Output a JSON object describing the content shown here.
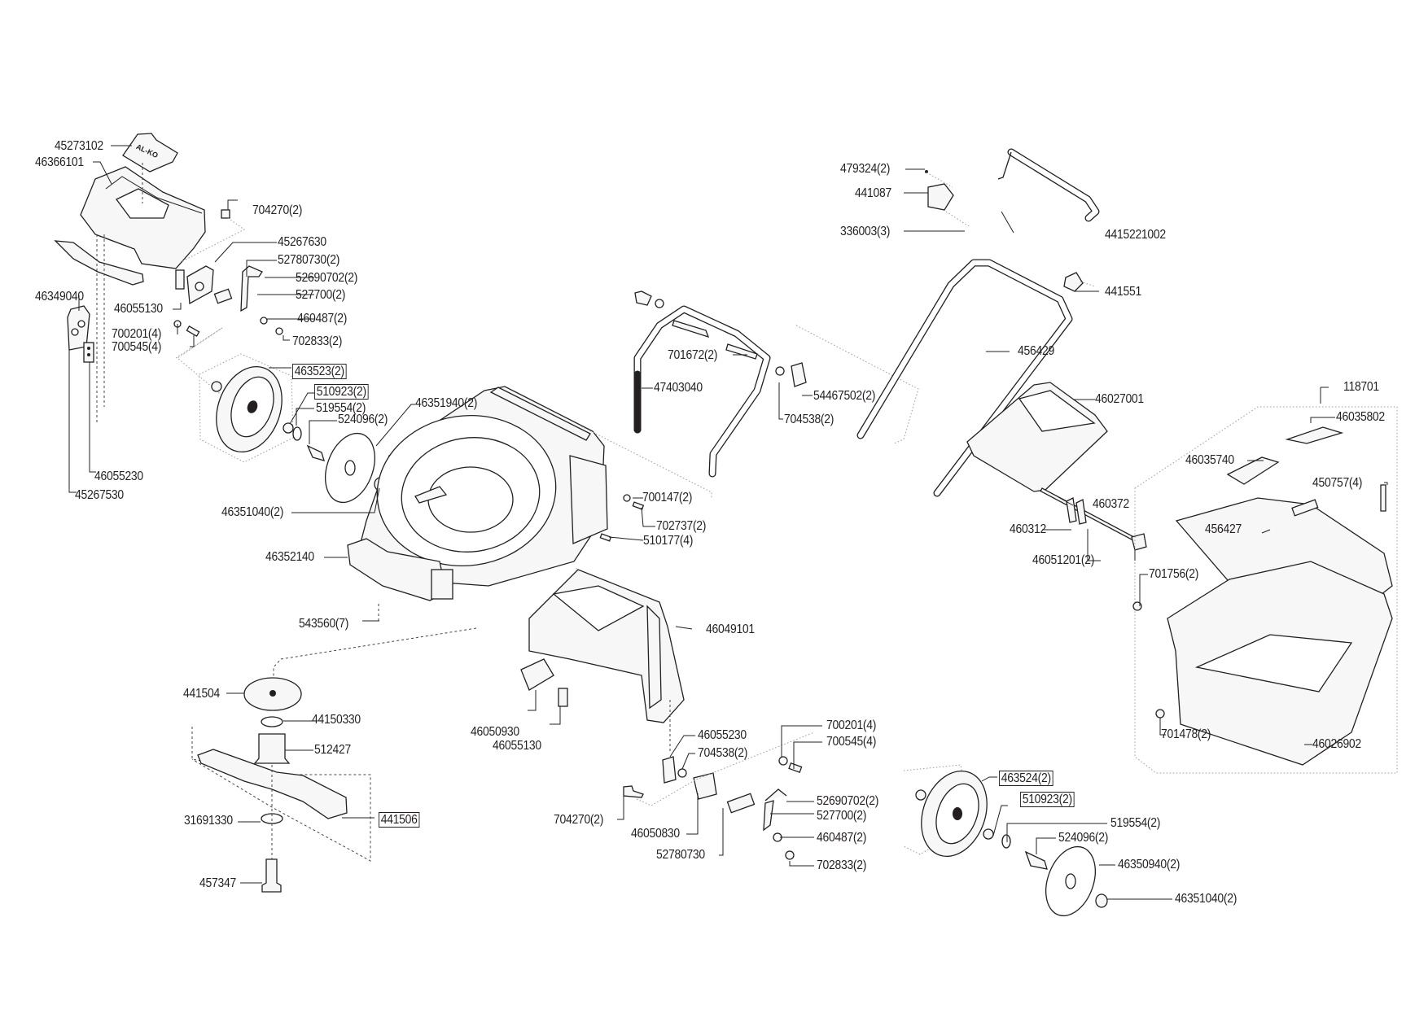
{
  "diagram": {
    "title": "Lawn mower exploded parts diagram",
    "brand_badge": "AL-KO",
    "labels": [
      {
        "id": "p45273102",
        "text": "45273102",
        "boxed": false
      },
      {
        "id": "p46366101",
        "text": "46366101",
        "boxed": false
      },
      {
        "id": "p704270a",
        "text": "704270(2)",
        "boxed": false
      },
      {
        "id": "p45267630",
        "text": "45267630",
        "boxed": false
      },
      {
        "id": "p52780730a",
        "text": "52780730(2)",
        "boxed": false
      },
      {
        "id": "p52690702a",
        "text": "52690702(2)",
        "boxed": false
      },
      {
        "id": "p527700a",
        "text": "527700(2)",
        "boxed": false
      },
      {
        "id": "p46349040",
        "text": "46349040",
        "boxed": false
      },
      {
        "id": "p46055130a",
        "text": "46055130",
        "boxed": false
      },
      {
        "id": "p460487a",
        "text": "460487(2)",
        "boxed": false
      },
      {
        "id": "p700201a",
        "text": "700201(4)",
        "boxed": false
      },
      {
        "id": "p700545a",
        "text": "700545(4)",
        "boxed": false
      },
      {
        "id": "p702833a",
        "text": "702833(2)",
        "boxed": false
      },
      {
        "id": "p463523",
        "text": "463523(2)",
        "boxed": true
      },
      {
        "id": "p510923a",
        "text": "510923(2)",
        "boxed": true
      },
      {
        "id": "p519554a",
        "text": "519554(2)",
        "boxed": false
      },
      {
        "id": "p524096a",
        "text": "524096(2)",
        "boxed": false
      },
      {
        "id": "p46351940",
        "text": "46351940(2)",
        "boxed": false
      },
      {
        "id": "p46055230a",
        "text": "46055230",
        "boxed": false
      },
      {
        "id": "p45267530",
        "text": "45267530",
        "boxed": false
      },
      {
        "id": "p46351040a",
        "text": "46351040(2)",
        "boxed": false
      },
      {
        "id": "p46352140",
        "text": "46352140",
        "boxed": false
      },
      {
        "id": "p543560",
        "text": "543560(7)",
        "boxed": false
      },
      {
        "id": "p441504",
        "text": "441504",
        "boxed": false
      },
      {
        "id": "p44150330",
        "text": "44150330",
        "boxed": false
      },
      {
        "id": "p512427",
        "text": "512427",
        "boxed": false
      },
      {
        "id": "p31691330",
        "text": "31691330",
        "boxed": false
      },
      {
        "id": "p441506",
        "text": "441506",
        "boxed": true
      },
      {
        "id": "p457347",
        "text": "457347",
        "boxed": false
      },
      {
        "id": "p701672",
        "text": "701672(2)",
        "boxed": false
      },
      {
        "id": "p47403040",
        "text": "47403040",
        "boxed": false
      },
      {
        "id": "p54467502",
        "text": "54467502(2)",
        "boxed": false
      },
      {
        "id": "p704538a",
        "text": "704538(2)",
        "boxed": false
      },
      {
        "id": "p700147",
        "text": "700147(2)",
        "boxed": false
      },
      {
        "id": "p702737",
        "text": "702737(2)",
        "boxed": false
      },
      {
        "id": "p510177",
        "text": "510177(4)",
        "boxed": false
      },
      {
        "id": "p46049101",
        "text": "46049101",
        "boxed": false
      },
      {
        "id": "p46050930",
        "text": "46050930",
        "boxed": false
      },
      {
        "id": "p46055130b",
        "text": "46055130",
        "boxed": false
      },
      {
        "id": "p46055230b",
        "text": "46055230",
        "boxed": false
      },
      {
        "id": "p704538b",
        "text": "704538(2)",
        "boxed": false
      },
      {
        "id": "p704270b",
        "text": "704270(2)",
        "boxed": false
      },
      {
        "id": "p46050830",
        "text": "46050830",
        "boxed": false
      },
      {
        "id": "p52780730b",
        "text": "52780730",
        "boxed": false
      },
      {
        "id": "p700201b",
        "text": "700201(4)",
        "boxed": false
      },
      {
        "id": "p700545b",
        "text": "700545(4)",
        "boxed": false
      },
      {
        "id": "p52690702b",
        "text": "52690702(2)",
        "boxed": false
      },
      {
        "id": "p527700b",
        "text": "527700(2)",
        "boxed": false
      },
      {
        "id": "p460487b",
        "text": "460487(2)",
        "boxed": false
      },
      {
        "id": "p702833b",
        "text": "702833(2)",
        "boxed": false
      },
      {
        "id": "p463524",
        "text": "463524(2)",
        "boxed": true
      },
      {
        "id": "p510923b",
        "text": "510923(2)",
        "boxed": true
      },
      {
        "id": "p519554b",
        "text": "519554(2)",
        "boxed": false
      },
      {
        "id": "p524096b",
        "text": "524096(2)",
        "boxed": false
      },
      {
        "id": "p46350940",
        "text": "46350940(2)",
        "boxed": false
      },
      {
        "id": "p46351040b",
        "text": "46351040(2)",
        "boxed": false
      },
      {
        "id": "p479324",
        "text": "479324(2)",
        "boxed": false
      },
      {
        "id": "p441087",
        "text": "441087",
        "boxed": false
      },
      {
        "id": "p336003",
        "text": "336003(3)",
        "boxed": false
      },
      {
        "id": "p4415221002",
        "text": "4415221002",
        "boxed": false
      },
      {
        "id": "p441551",
        "text": "441551",
        "boxed": false
      },
      {
        "id": "p456429",
        "text": "456429",
        "boxed": false
      },
      {
        "id": "p46027001",
        "text": "46027001",
        "boxed": false
      },
      {
        "id": "p460372",
        "text": "460372",
        "boxed": false
      },
      {
        "id": "p460312",
        "text": "460312",
        "boxed": false
      },
      {
        "id": "p46051201",
        "text": "46051201(2)",
        "boxed": false
      },
      {
        "id": "p118701",
        "text": "118701",
        "boxed": false
      },
      {
        "id": "p46035802",
        "text": "46035802",
        "boxed": false
      },
      {
        "id": "p46035740",
        "text": "46035740",
        "boxed": false
      },
      {
        "id": "p450757",
        "text": "450757(4)",
        "boxed": false
      },
      {
        "id": "p456427",
        "text": "456427",
        "boxed": false
      },
      {
        "id": "p701756",
        "text": "701756(2)",
        "boxed": false
      },
      {
        "id": "p701478",
        "text": "701478(2)",
        "boxed": false
      },
      {
        "id": "p46026902",
        "text": "46026902",
        "boxed": false
      }
    ]
  }
}
